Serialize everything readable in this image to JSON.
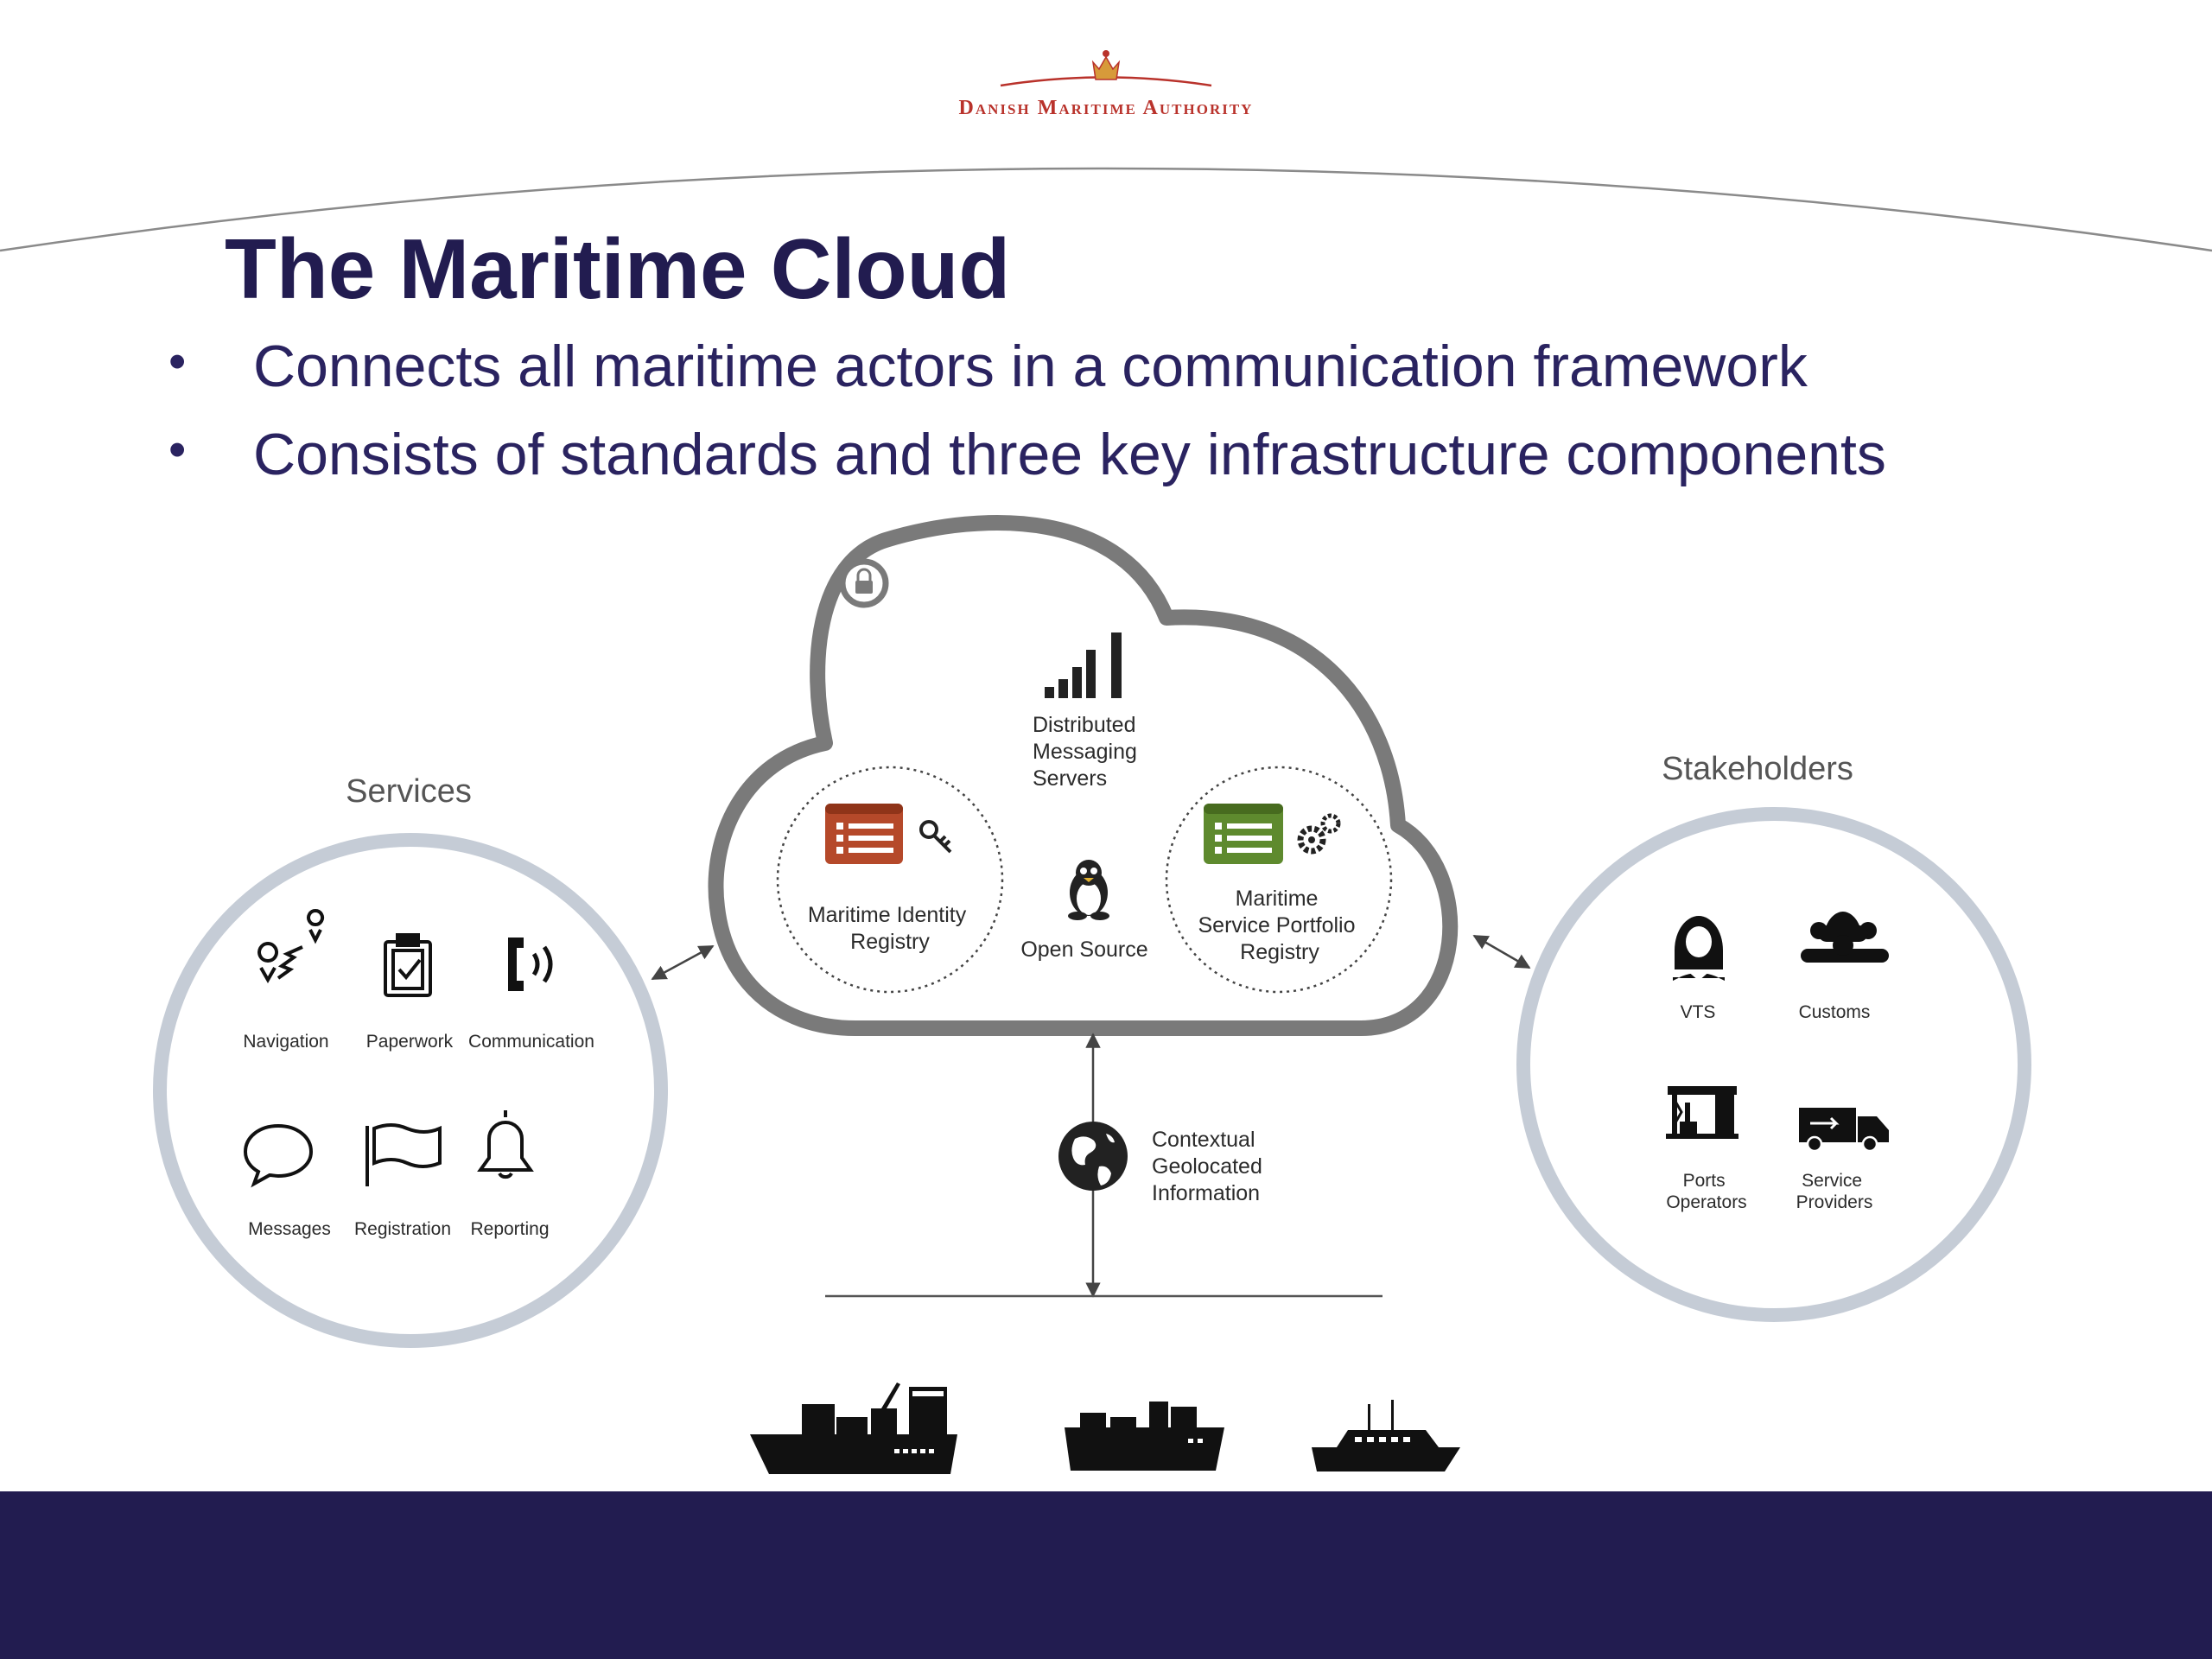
{
  "header": {
    "logo_text": "Danish Maritime Authority",
    "title": "The Maritime Cloud"
  },
  "bullets": [
    "Connects all maritime actors in a communication framework",
    "Consists of standards and three key infrastructure components"
  ],
  "cloud": {
    "messaging": [
      "Distributed",
      "Messaging",
      "Servers"
    ],
    "identity": [
      "Maritime Identity",
      "Registry"
    ],
    "open_source": "Open Source",
    "portfolio": [
      "Maritime",
      "Service Portfolio",
      "Registry"
    ]
  },
  "services": {
    "title": "Services",
    "items": [
      "Navigation",
      "Paperwork",
      "Communication",
      "Messages",
      "Registration",
      "Reporting"
    ]
  },
  "stakeholders": {
    "title": "Stakeholders",
    "vts": "VTS",
    "customs": "Customs",
    "ports": [
      "Ports",
      "Operators"
    ],
    "providers": [
      "Service",
      "Providers"
    ]
  },
  "geo": [
    "Contextual",
    "Geolocated",
    "Information"
  ],
  "colors": {
    "navy": "#221c50",
    "logo_red": "#b9322b",
    "identity_orange": "#b5492a",
    "portfolio_green": "#5e8a2e",
    "cloud_grey": "#7a7a7a",
    "circle_grey": "#c5ccd6"
  }
}
